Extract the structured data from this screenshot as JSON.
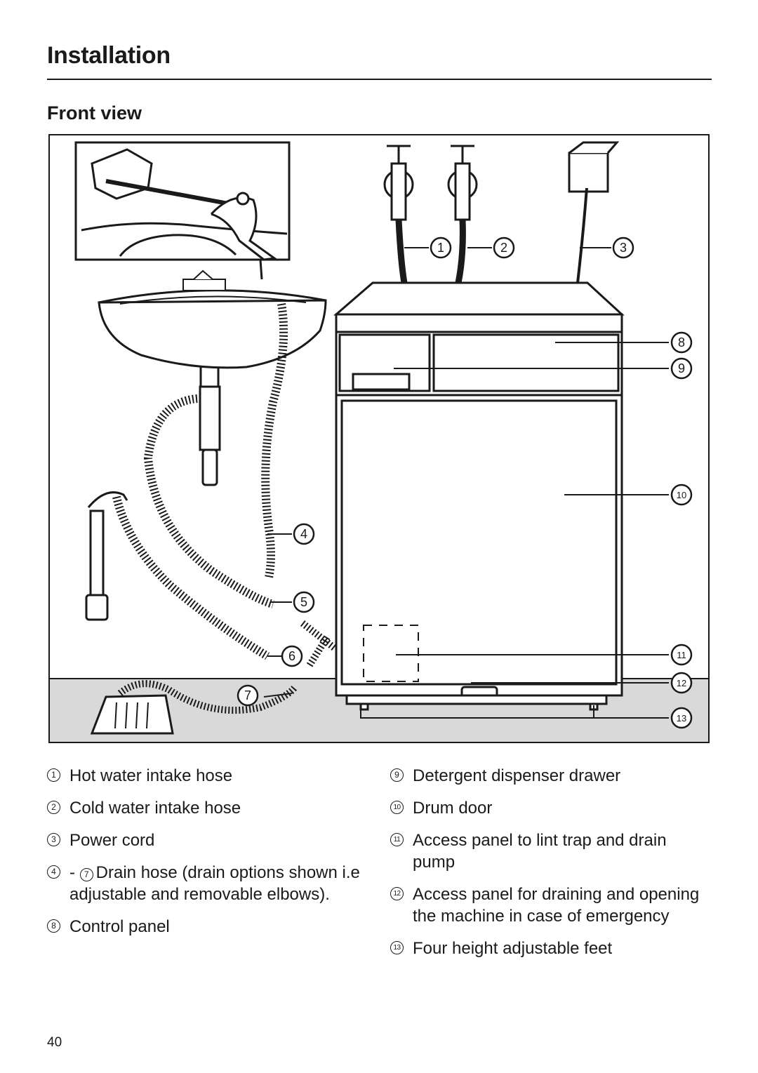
{
  "header": {
    "title": "Installation"
  },
  "section": {
    "title": "Front view"
  },
  "figure": {
    "callouts": [
      "1",
      "2",
      "3",
      "4",
      "5",
      "6",
      "7",
      "8",
      "9",
      "10",
      "11",
      "12",
      "13"
    ]
  },
  "legend": {
    "left": [
      {
        "num": "1",
        "text": "Hot water intake hose"
      },
      {
        "num": "2",
        "text": "Cold water intake hose"
      },
      {
        "num": "3",
        "text": "Power cord"
      },
      {
        "num": "4",
        "dash": "-",
        "num2": "7",
        "text": "Drain hose (drain options shown i.e adjustable and removable elbows)."
      },
      {
        "num": "8",
        "text": "Control panel"
      }
    ],
    "right": [
      {
        "num": "9",
        "text": "Detergent dispenser drawer"
      },
      {
        "num": "10",
        "text": "Drum door"
      },
      {
        "num": "11",
        "text": "Access panel to lint trap and drain pump"
      },
      {
        "num": "12",
        "text": "Access panel for draining and opening the machine in case of emergency"
      },
      {
        "num": "13",
        "text": "Four height adjustable feet"
      }
    ]
  },
  "footer": {
    "page_number": "40"
  }
}
